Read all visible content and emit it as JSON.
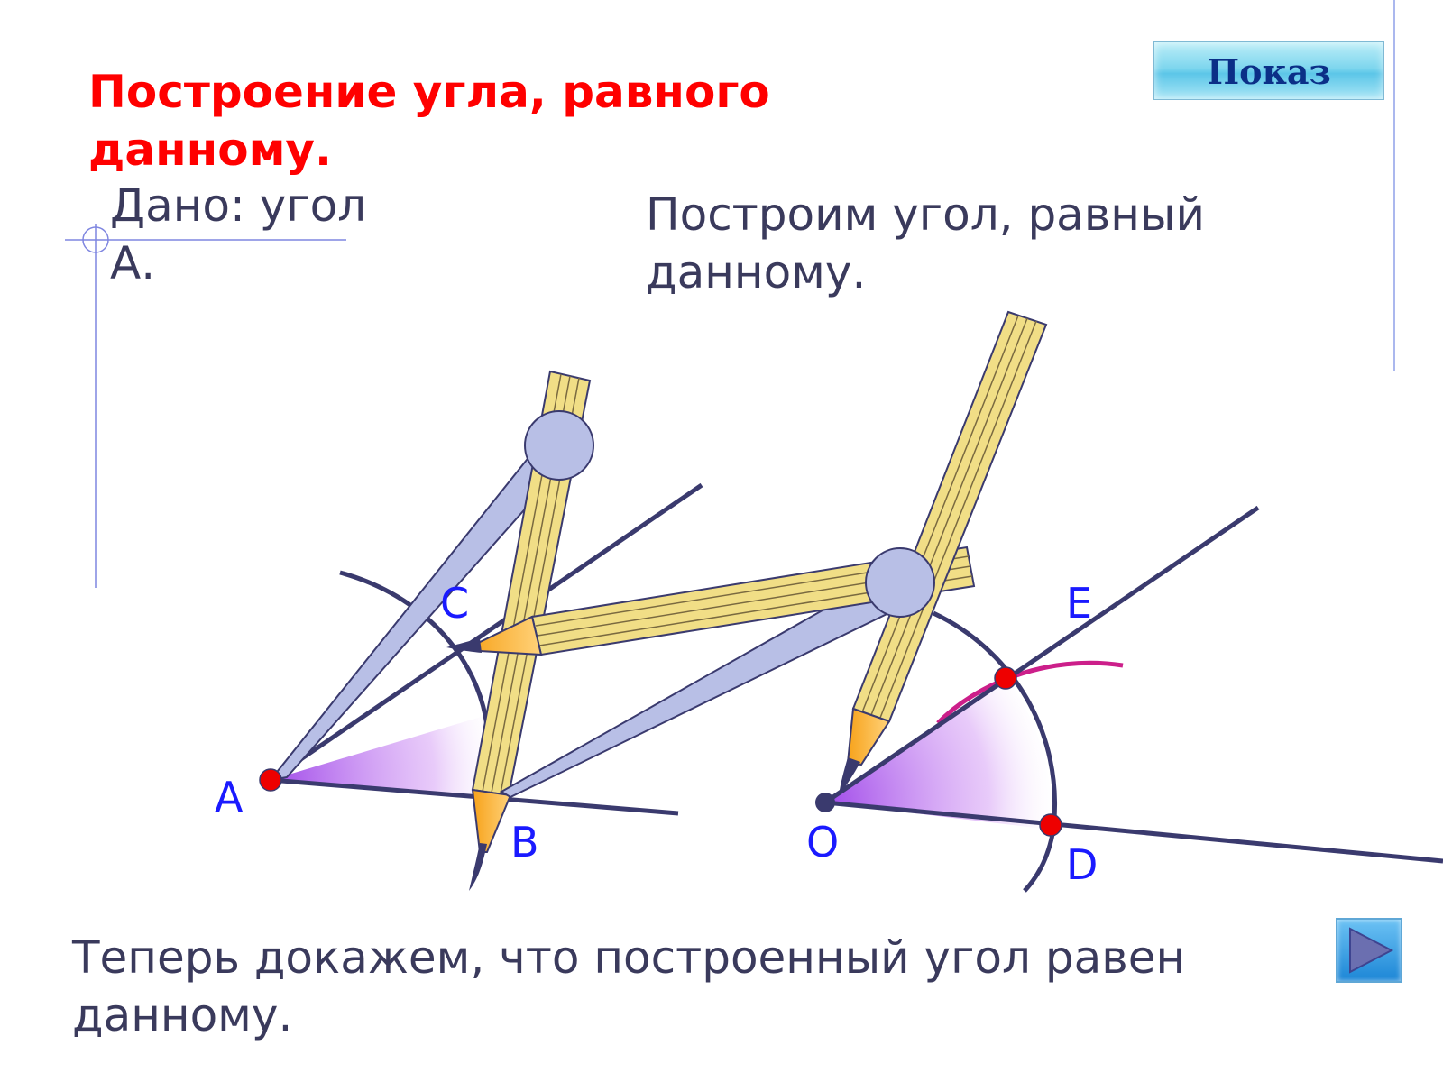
{
  "title": "Построение угла, равного данному.",
  "given_text": "Дано: угол А.",
  "construct_text": "Построим угол, равный данному.",
  "proof_text": "Теперь докажем, что построенный угол равен данному.",
  "buttons": {
    "show_label": "Показ"
  },
  "diagram": {
    "points": {
      "A": "A",
      "B": "B",
      "C": "C",
      "O": "O",
      "D": "D",
      "E": "E"
    }
  },
  "colors": {
    "title": "#ff0000",
    "text": "#3a3a5c",
    "label": "#1a1aff",
    "line": "#3a3a6e",
    "point": "#ee0000",
    "arc_highlight": "#cc1f8a",
    "angle_fill": "#b96cf0",
    "pencil_wood": "#f1de86",
    "compass_metal": "#b8bfe6"
  },
  "icons": {
    "next": "play-triangle-icon"
  }
}
